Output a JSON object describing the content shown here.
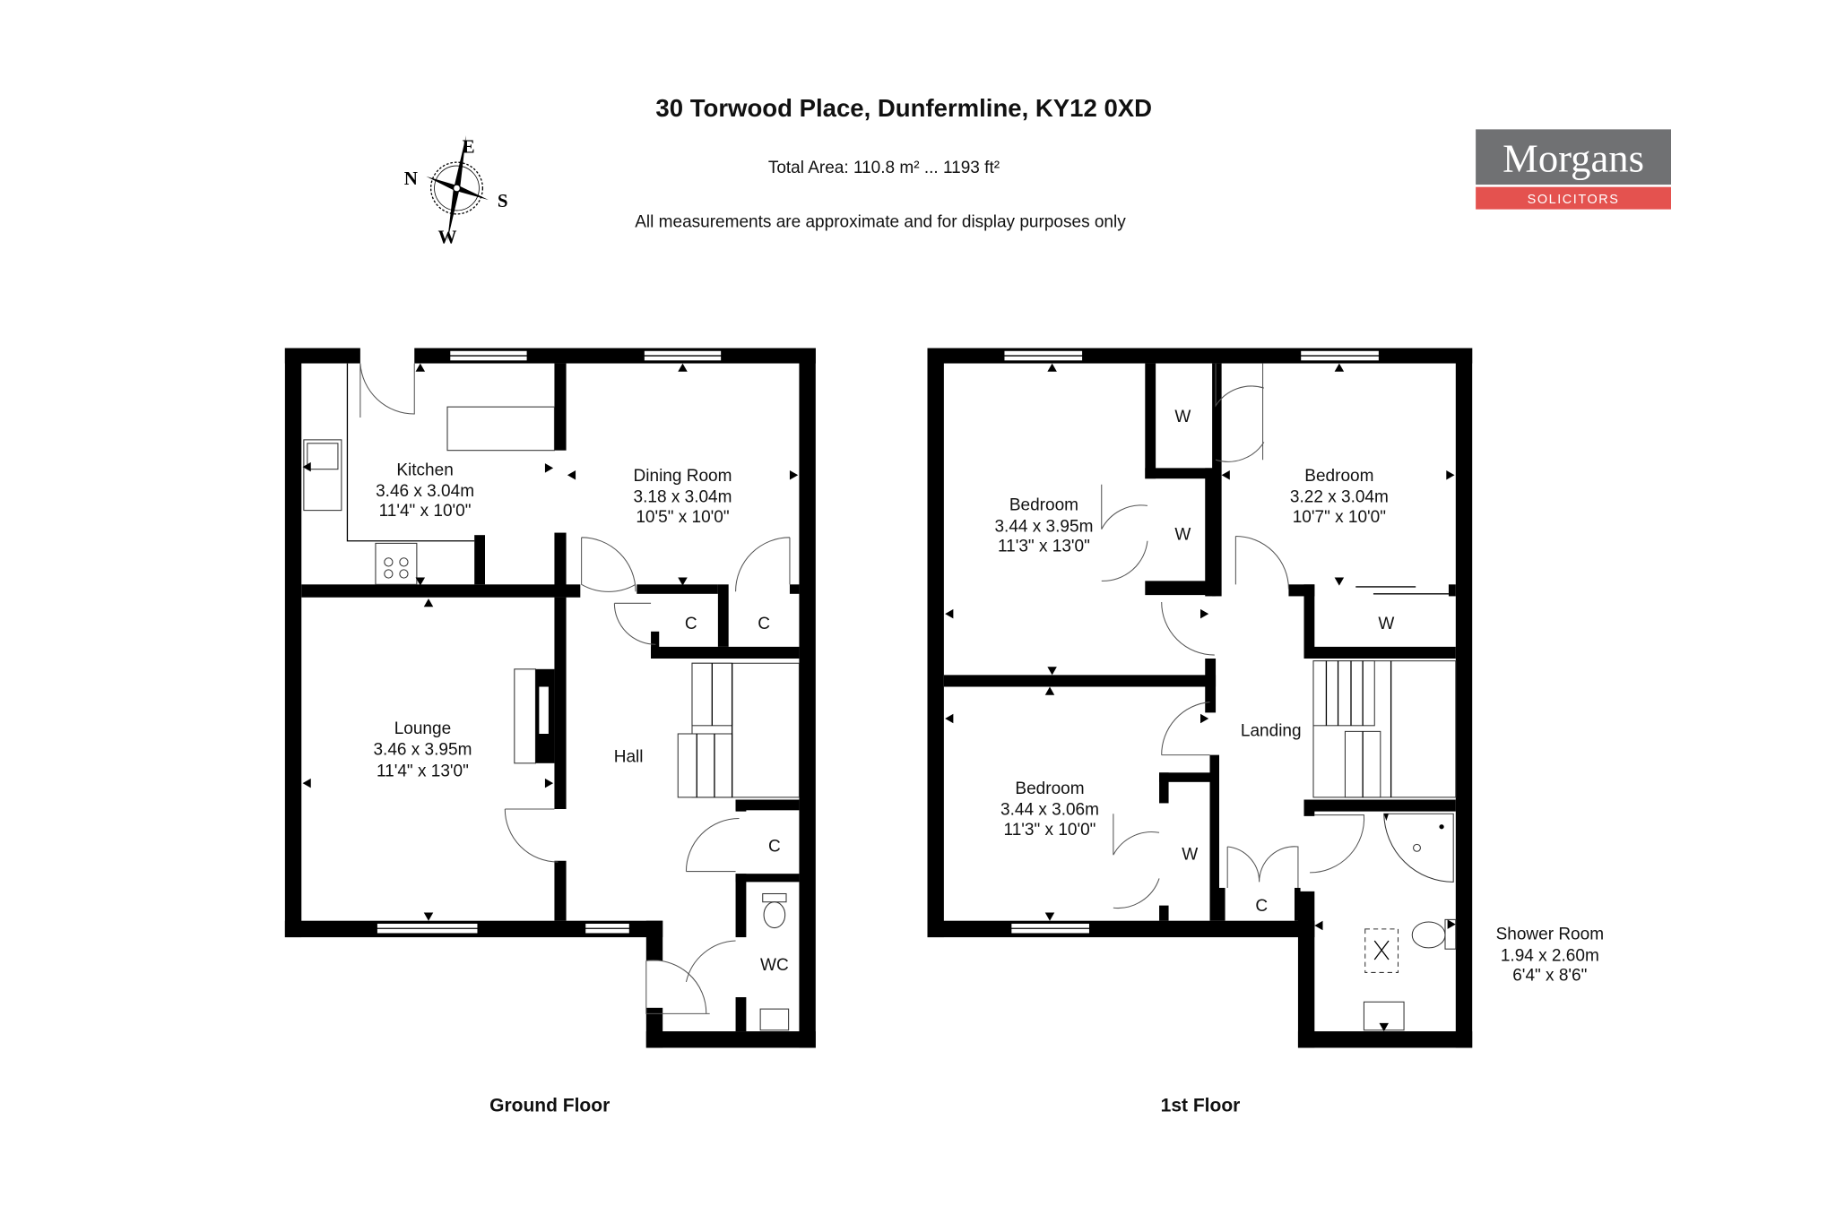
{
  "header": {
    "title": "30 Torwood Place, Dunfermline, KY12 0XD",
    "total_area": "Total Area: 110.8 m² ... 1193 ft²",
    "disclaimer": "All measurements are approximate and for display purposes only"
  },
  "compass": {
    "n": "N",
    "e": "E",
    "s": "S",
    "w": "W"
  },
  "logo": {
    "name": "Morgans",
    "tagline": "SOLICITORS",
    "gray": "#707173",
    "red": "#e4524f"
  },
  "ground_floor": {
    "label": "Ground Floor",
    "rooms": {
      "kitchen": {
        "name": "Kitchen",
        "metric": "3.46 x 3.04m",
        "imperial": "11'4\" x 10'0\""
      },
      "dining": {
        "name": "Dining Room",
        "metric": "3.18 x 3.04m",
        "imperial": "10'5\" x 10'0\""
      },
      "lounge": {
        "name": "Lounge",
        "metric": "3.46 x 3.95m",
        "imperial": "11'4\" x 13'0\""
      },
      "hall": {
        "name": "Hall"
      },
      "c1": "C",
      "c2": "C",
      "c3": "C",
      "wc": "WC"
    }
  },
  "first_floor": {
    "label": "1st Floor",
    "rooms": {
      "bed1": {
        "name": "Bedroom",
        "metric": "3.44 x 3.95m",
        "imperial": "11'3\" x 13'0\""
      },
      "bed2": {
        "name": "Bedroom",
        "metric": "3.22 x 3.04m",
        "imperial": "10'7\" x 10'0\""
      },
      "bed3": {
        "name": "Bedroom",
        "metric": "3.44 x 3.06m",
        "imperial": "11'3\" x 10'0\""
      },
      "landing": {
        "name": "Landing"
      },
      "shower": {
        "name": "Shower Room",
        "metric": "1.94 x 2.60m",
        "imperial": "6'4\" x 8'6\""
      },
      "w1": "W",
      "w2": "W",
      "w3": "W",
      "w4": "W",
      "c": "C"
    }
  }
}
